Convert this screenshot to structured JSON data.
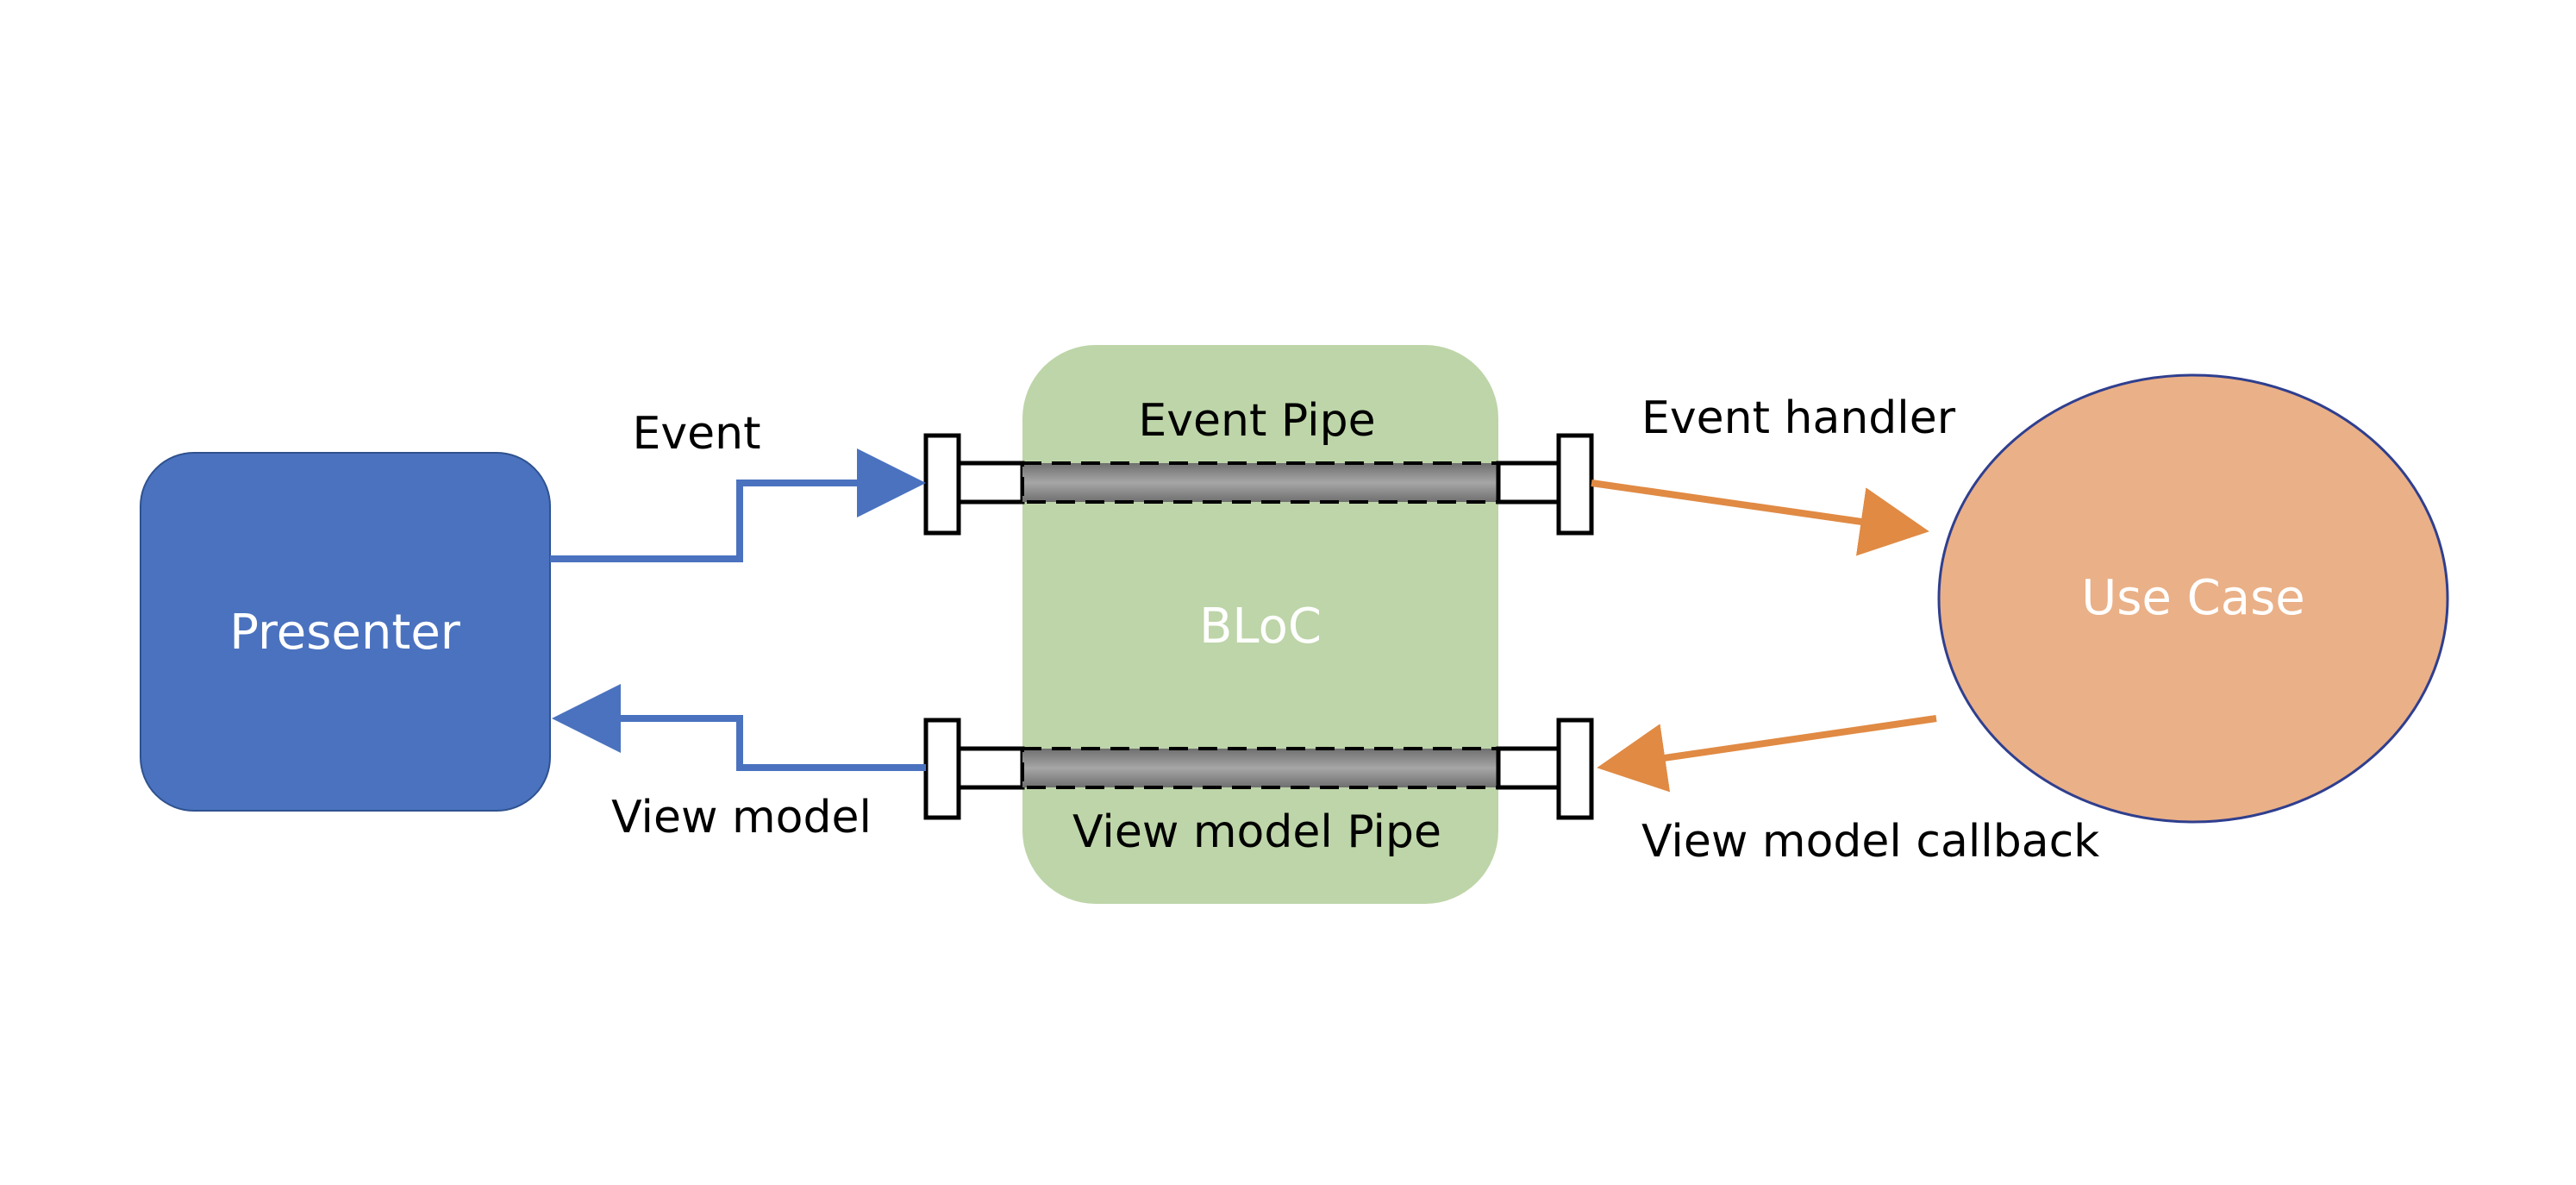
{
  "nodes": {
    "presenter": {
      "label": "Presenter",
      "fill": "#4A72BF",
      "stroke": "#2F528F"
    },
    "bloc": {
      "label": "BLoC",
      "fill": "#BDD5A8"
    },
    "use_case": {
      "label": "Use Case",
      "fill": "#EAB087",
      "stroke": "#2F3F8F"
    }
  },
  "pipes": {
    "event": {
      "label": "Event Pipe"
    },
    "view_model": {
      "label": "View model Pipe"
    },
    "fill": "#8C8C8C"
  },
  "edges": {
    "event": {
      "label": "Event",
      "color": "#4A72BF"
    },
    "view_model": {
      "label": "View model",
      "color": "#4A72BF"
    },
    "event_handler": {
      "label": "Event handler",
      "color": "#E08A44"
    },
    "view_model_callback": {
      "label": "View model callback",
      "color": "#E08A44"
    }
  }
}
